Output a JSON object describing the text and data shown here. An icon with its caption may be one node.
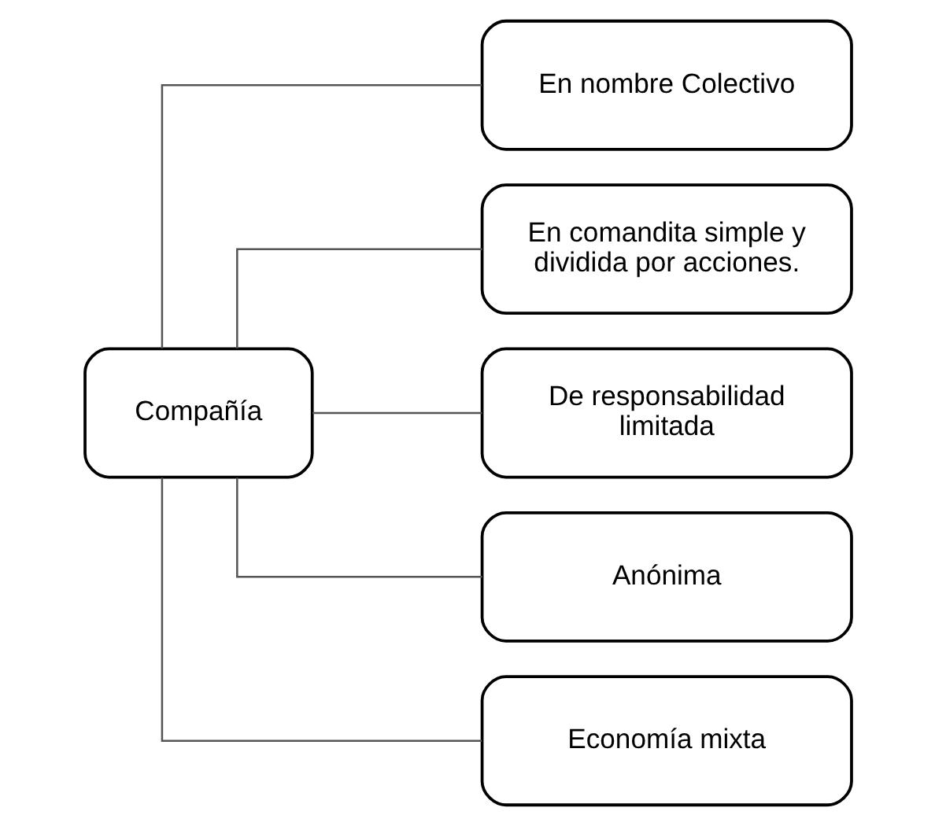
{
  "diagram": {
    "nodes": [
      {
        "text": [
          "Compañía"
        ]
      },
      {
        "text": [
          "En nombre Colectivo"
        ]
      },
      {
        "text": [
          "En comandita simple y dividida por acciones."
        ]
      },
      {
        "text": [
          "De responsabilidad limitada"
        ]
      },
      {
        "text": [
          "Anónima"
        ]
      },
      {
        "text": [
          "Economía mixta"
        ]
      }
    ],
    "edges": [
      {
        "from": 0,
        "to": 1,
        "arrow": "none"
      },
      {
        "from": 0,
        "to": 2,
        "arrow": "none"
      },
      {
        "from": 0,
        "to": 3,
        "arrow": "none"
      },
      {
        "from": 0,
        "to": 4,
        "arrow": "none"
      },
      {
        "from": 0,
        "to": 5,
        "arrow": "none"
      }
    ]
  }
}
